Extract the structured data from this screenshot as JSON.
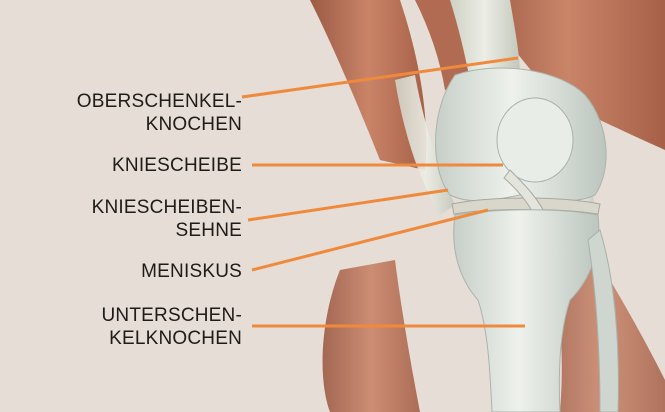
{
  "colors": {
    "background": "#e5ddd6",
    "leader_line": "#ef8a3c",
    "label_text": "#1e1b19",
    "muscle": "#b8735a",
    "bone": "#dde3dd"
  },
  "labels": {
    "femur": {
      "line1": "OBERSCHENKEL-",
      "line2": "KNOCHEN"
    },
    "patella": {
      "line1": "KNIESCHEIBE"
    },
    "patellar_tendon": {
      "line1": "KNIESCHEIBEN-",
      "line2": "SEHNE"
    },
    "meniscus": {
      "line1": "MENISKUS"
    },
    "tibia": {
      "line1": "UNTERSCHEN-",
      "line2": "KELKNOCHEN"
    }
  }
}
